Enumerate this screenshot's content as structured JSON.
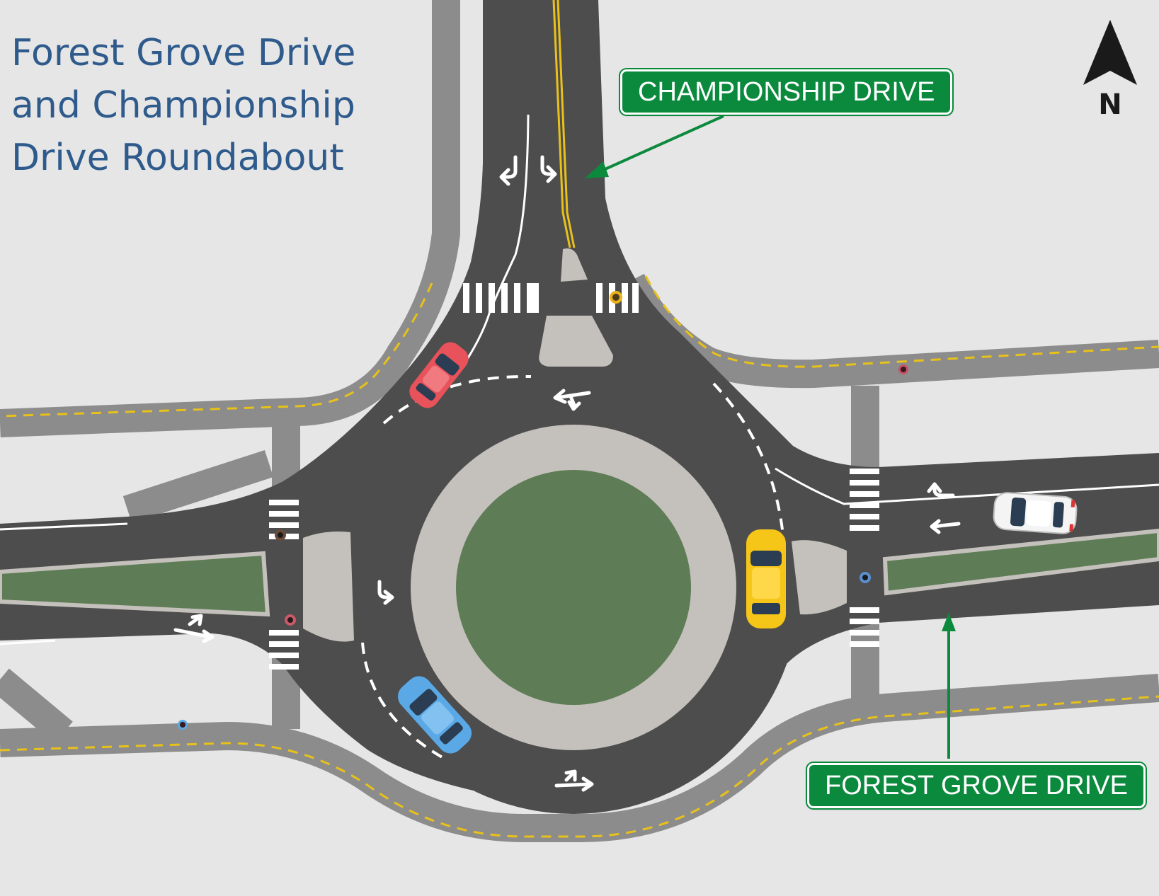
{
  "title": {
    "line1": "Forest Grove Drive",
    "line2": "and Championship",
    "line3": "Drive Roundabout"
  },
  "labels": {
    "championship": "CHAMPIONSHIP DRIVE",
    "forest_grove": "FOREST GROVE DRIVE"
  },
  "north": {
    "letter": "N"
  },
  "colors": {
    "background": "#e6e6e6",
    "asphalt": "#4d4d4d",
    "sidewalk": "#8c8c8c",
    "island": "#c4c0bc",
    "grass": "#5e7c55",
    "label_green": "#0b8a3e",
    "title_blue": "#2e5a8c",
    "centerline_yellow": "#e8c11a",
    "car_red": "#e8525a",
    "car_blue": "#5aa9e6",
    "car_yellow": "#f5c518",
    "car_white": "#f4f4f4"
  },
  "vehicles": [
    "red-car",
    "blue-car",
    "yellow-car",
    "white-car"
  ]
}
